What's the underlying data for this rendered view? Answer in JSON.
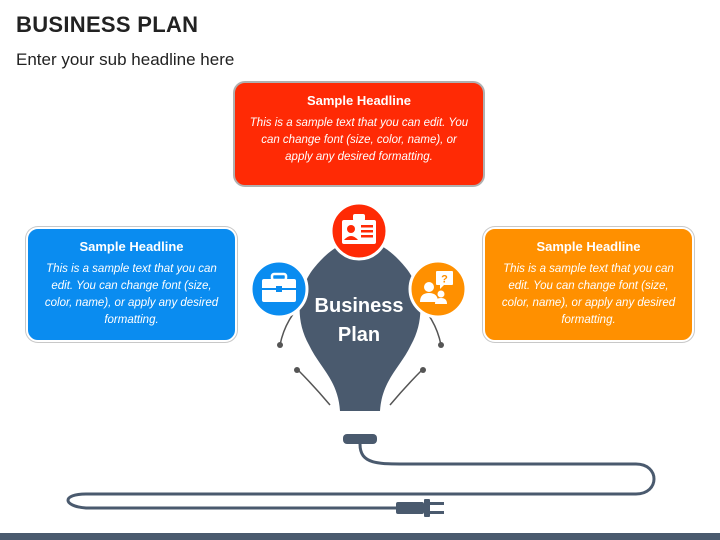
{
  "title": "BUSINESS PLAN",
  "subtitle": "Enter your sub headline here",
  "center": {
    "line1": "Business",
    "line2": "Plan"
  },
  "boxes": {
    "top": {
      "headline": "Sample Headline",
      "text": "This is a sample text that you can edit. You can change font (size, color, name), or apply any desired formatting.",
      "color": "#ff2a05"
    },
    "left": {
      "headline": "Sample Headline",
      "text": "This is a sample text that you can edit. You can change font (size, color, name), or apply any desired formatting.",
      "color": "#0a8cf0"
    },
    "right": {
      "headline": "Sample Headline",
      "text": "This is a sample text that you can edit. You can change font (size, color, name), or apply any desired formatting.",
      "color": "#ff9000"
    }
  },
  "icons": {
    "top": {
      "name": "id-badge-icon",
      "color": "#ff2a05"
    },
    "left": {
      "name": "briefcase-icon",
      "color": "#0a8cf0"
    },
    "right": {
      "name": "question-person-icon",
      "color": "#ff9000"
    }
  },
  "colors": {
    "bulb": "#4a5a6e",
    "cord": "#4a5a6e",
    "text_dark": "#222222"
  }
}
